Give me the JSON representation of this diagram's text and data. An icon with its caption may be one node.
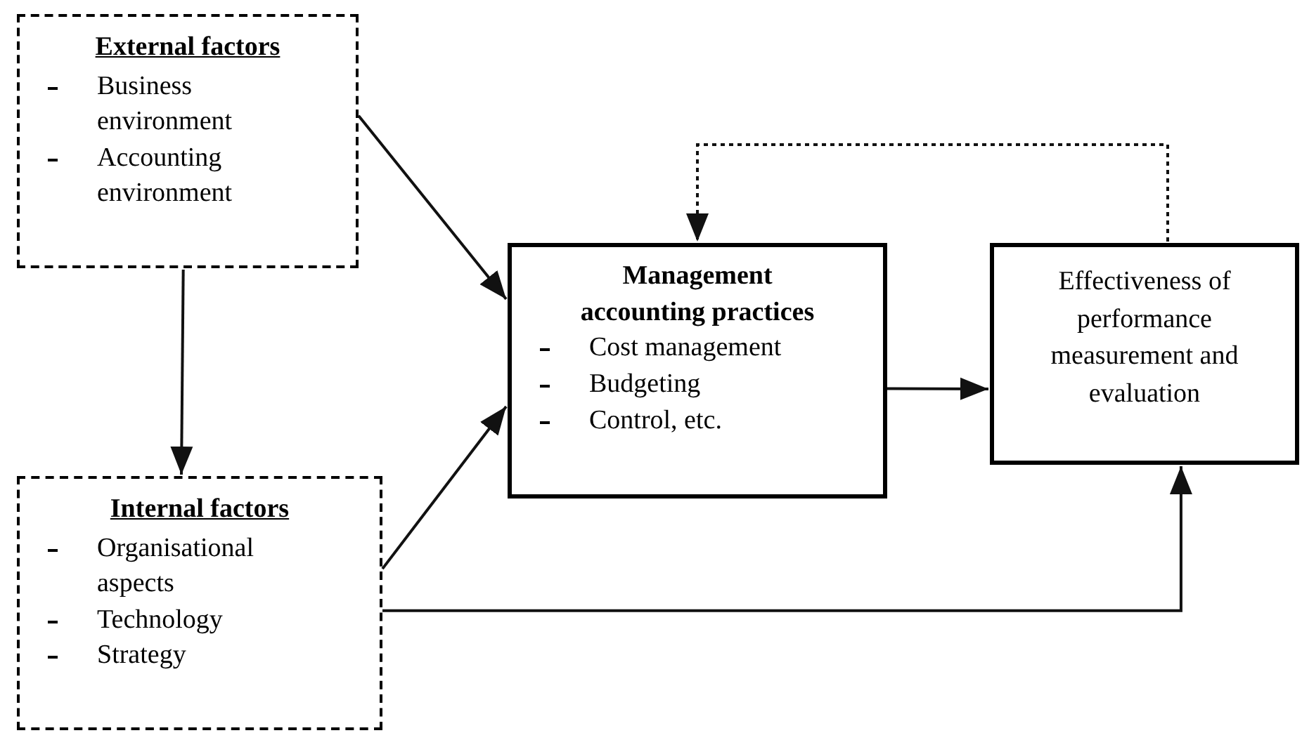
{
  "diagram": {
    "nodes": [
      {
        "text": [
          "External factors",
          "Business environment",
          "Accounting environment"
        ]
      },
      {
        "text": [
          "Internal factors",
          "Organisational aspects",
          "Technology",
          "Strategy"
        ]
      },
      {
        "text": [
          "Management accounting practices",
          "Cost management",
          "Budgeting",
          "Control, etc."
        ]
      },
      {
        "text": [
          "Effectiveness of performance measurement and evaluation"
        ]
      }
    ],
    "edges": [
      {
        "from": 0,
        "to": 2,
        "arrow": "to"
      },
      {
        "from": 0,
        "to": 1,
        "arrow": "to"
      },
      {
        "from": 1,
        "to": 2,
        "arrow": "to"
      },
      {
        "from": 2,
        "to": 3,
        "arrow": "to"
      },
      {
        "from": 3,
        "to": 2,
        "arrow": "to",
        "style": "dashed"
      },
      {
        "from": 1,
        "to": 3,
        "arrow": "to"
      }
    ]
  }
}
